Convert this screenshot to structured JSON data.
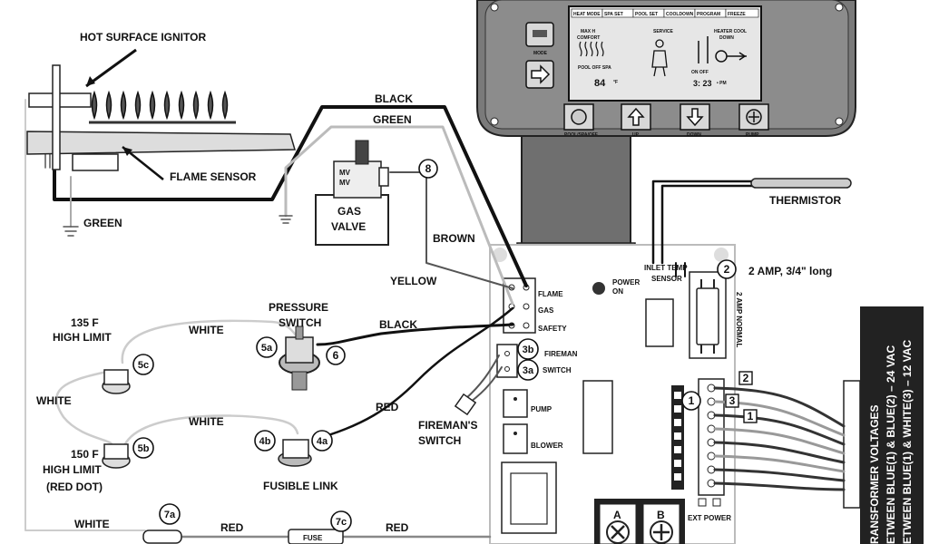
{
  "labels": {
    "hot_surface_ignitor": "HOT SURFACE IGNITOR",
    "flame_sensor": "FLAME SENSOR",
    "green_ground_left": "GREEN",
    "black_top": "BLACK",
    "green_top": "GREEN",
    "gas_valve_line1": "GAS",
    "gas_valve_line2": "VALVE",
    "mv_top": "MV",
    "mv_bottom": "MV",
    "brown": "BROWN",
    "yellow": "YELLOW",
    "power_on_line1": "POWER",
    "power_on_line2": "ON",
    "inlet_temp_line1": "INLET TEMP",
    "inlet_temp_line2": "SENSOR",
    "thermistor": "THERMISTOR",
    "fuse_rating": "2 AMP, 3/4\" long",
    "amp_normal": "2 AMP NORMAL",
    "limit135_line1": "135  F",
    "limit135_line2": "HIGH LIMIT",
    "white_1": "WHITE",
    "white_left": "WHITE",
    "white_2": "WHITE",
    "white_bottom": "WHITE",
    "pressure_switch_line1": "PRESSURE",
    "pressure_switch_line2": "SWITCH",
    "black_mid": "BLACK",
    "terminal_flame": "FLAME",
    "terminal_gas": "GAS",
    "terminal_safety": "SAFETY",
    "fireman_switch_line1": "FIREMAN",
    "fireman_switch_line2": "SWITCH",
    "red_mid": "RED",
    "firemans_switch_line1": "FIREMAN'S",
    "firemans_switch_line2": "SWITCH",
    "pump": "PUMP",
    "blower": "BLOWER",
    "limit150_line1": "150  F",
    "limit150_line2": "HIGH LIMIT",
    "limit150_line3": "(RED DOT)",
    "fusible_link": "FUSIBLE LINK",
    "red_bottom_1": "RED",
    "red_bottom_2": "RED",
    "fuse": "FUSE",
    "ext_power": "EXT POWER",
    "transformer_line1": "RANSFORMER VOLTAGES",
    "transformer_line2": "ETWEEN BLUE(1) & BLUE(2) – 24 VAC",
    "transformer_line3": "ETWEEN BLUE(1) & WHITE(3) – 12 VAC",
    "terminal_a": "A",
    "terminal_b": "B"
  },
  "callouts": {
    "c8": "8",
    "c2": "2",
    "c6": "6",
    "c5a": "5a",
    "c5c": "5c",
    "c5b": "5b",
    "c4b": "4b",
    "c4a": "4a",
    "c3b": "3b",
    "c3a": "3a",
    "c1": "1",
    "c7a": "7a",
    "c7c": "7c",
    "t2": "2",
    "t3": "3",
    "t1": "1"
  },
  "display": {
    "tabs": [
      "HEAT MODE",
      "SPA SET",
      "POOL SET",
      "COOLDOWN",
      "PROGRAM",
      "FREEZE"
    ],
    "col1_line1": "MAX H",
    "col1_line2": "COMFORT",
    "col2_line1": "SERVICE",
    "col2_line2": "",
    "col3_line1": "HEATER COOL",
    "col3_line2": "DOWN",
    "mode_row": "POOL   OFF   SPA",
    "temp": "84",
    "temp_unit": "°F",
    "on_off": "ON    OFF",
    "clock": "3: 23",
    "ampm": "• PM",
    "mode_button_label": "MODE"
  },
  "buttons": {
    "pool_spa_label": "POOL/SPA/OFF",
    "up_label": "UP",
    "down_label": "DOWN",
    "pump_label": "PUMP"
  }
}
